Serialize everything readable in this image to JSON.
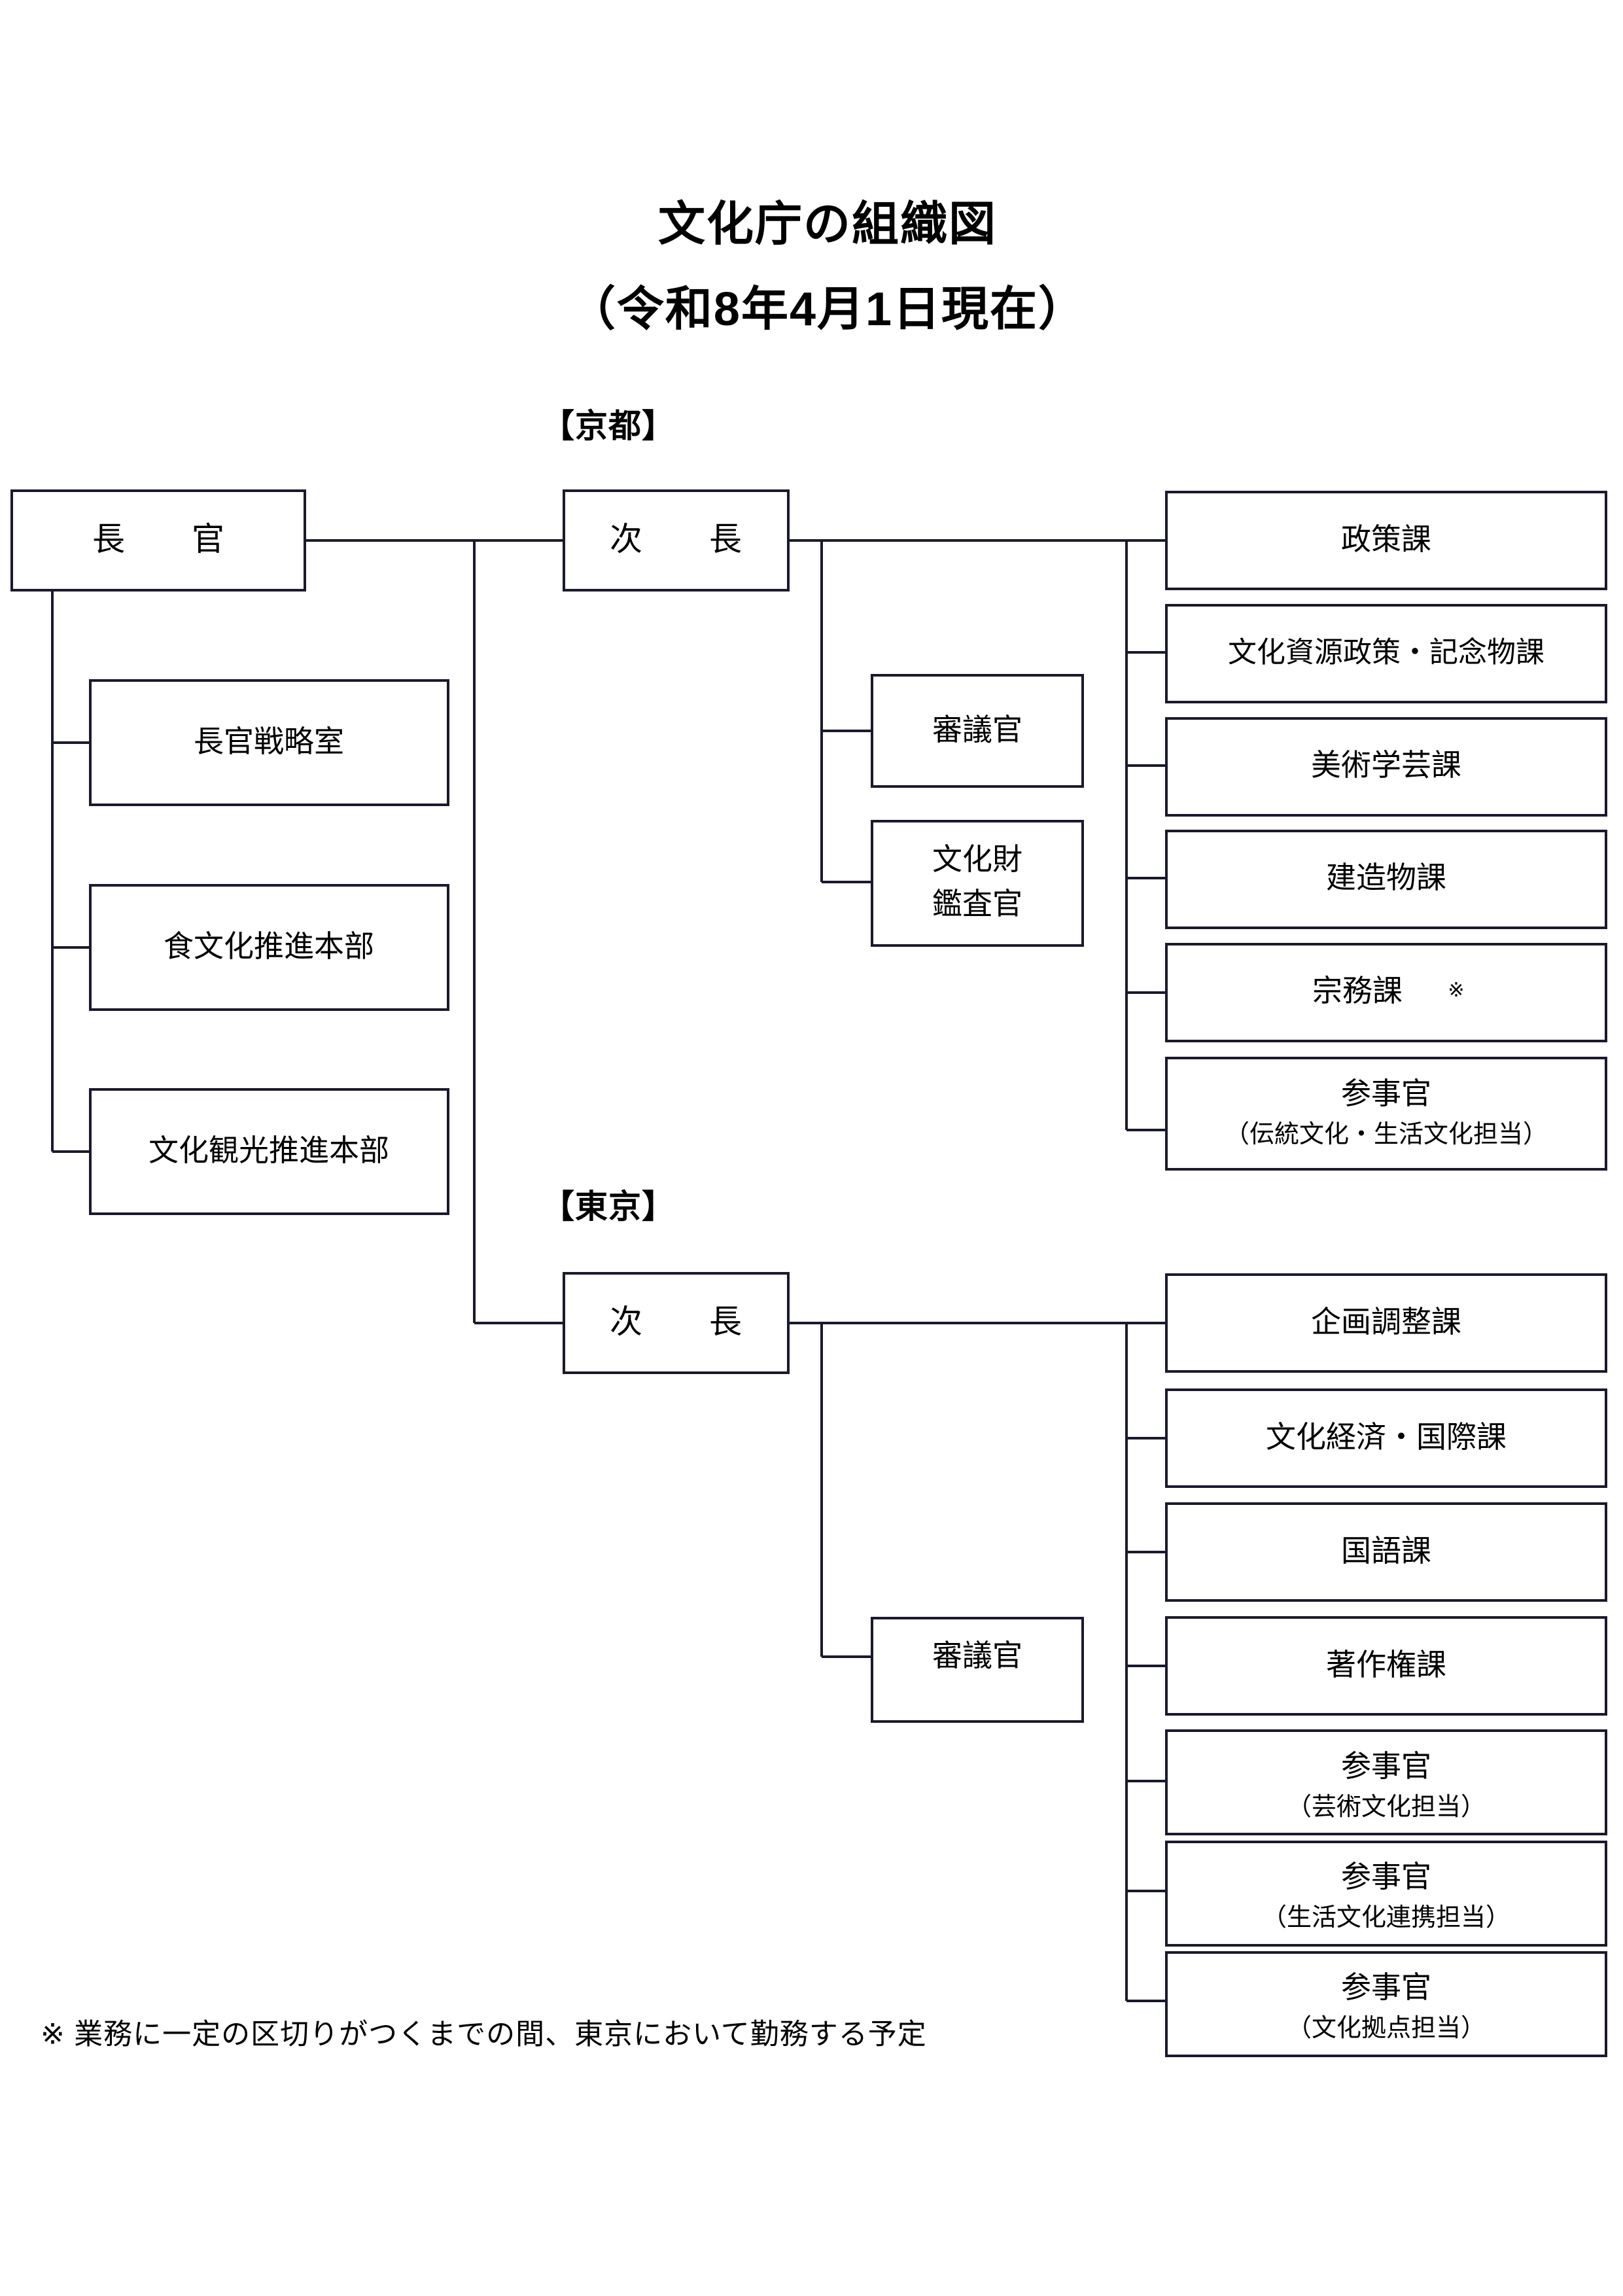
{
  "title": {
    "line1": "文化庁の組織図",
    "line2": "（令和8年4月1日現在）"
  },
  "regions": {
    "kyoto": "【京都】",
    "tokyo": "【東京】"
  },
  "root": {
    "label": "長　官"
  },
  "agency_units": [
    {
      "label": "長官戦略室"
    },
    {
      "label": "食文化推進本部"
    },
    {
      "label": "文化観光推進本部"
    }
  ],
  "kyoto": {
    "deputy": {
      "label": "次　長"
    },
    "officers": [
      {
        "label": "審議官"
      },
      {
        "line1": "文化財",
        "line2": "鑑査官"
      }
    ],
    "divisions": [
      {
        "label": "政策課"
      },
      {
        "label": "文化資源政策・記念物課"
      },
      {
        "label": "美術学芸課"
      },
      {
        "label": "建造物課"
      },
      {
        "label": "宗務課",
        "mark": "※"
      },
      {
        "line1": "参事官",
        "line2": "（伝統文化・生活文化担当）"
      }
    ]
  },
  "tokyo": {
    "deputy": {
      "label": "次　長"
    },
    "officers": [
      {
        "label": "審議官"
      }
    ],
    "divisions": [
      {
        "label": "企画調整課"
      },
      {
        "label": "文化経済・国際課"
      },
      {
        "label": "国語課"
      },
      {
        "label": "著作権課"
      },
      {
        "line1": "参事官",
        "line2": "（芸術文化担当）"
      },
      {
        "line1": "参事官",
        "line2": "（生活文化連携担当）"
      },
      {
        "line1": "参事官",
        "line2": "（文化拠点担当）"
      }
    ]
  },
  "footnote": {
    "text": "※ 業務に一定の区切りがつくまでの間、東京において勤務する予定"
  },
  "colors": {
    "line": "#1a1a2e",
    "text": "#000000",
    "background": "#ffffff"
  }
}
